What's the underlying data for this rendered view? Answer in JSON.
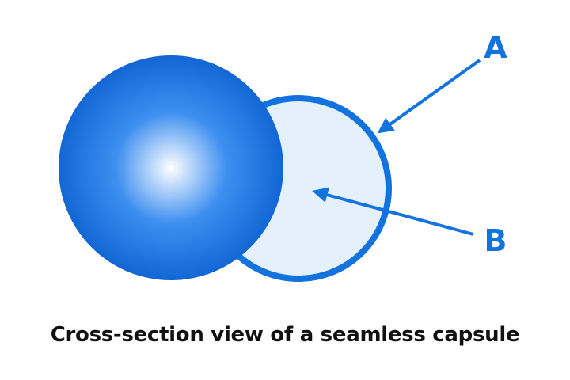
{
  "diagram": {
    "labels": {
      "a": "A",
      "b": "B"
    },
    "caption": "Cross-section view of a seamless capsule"
  },
  "colors": {
    "accent": "#1273de",
    "shell_stroke": "#1273de",
    "shell_fill": "#e4f0fc",
    "core_highlight": "#ffffff",
    "core_mid": "#3d8ff0",
    "core_edge": "#0a5fd0",
    "caption_text": "#111111"
  }
}
